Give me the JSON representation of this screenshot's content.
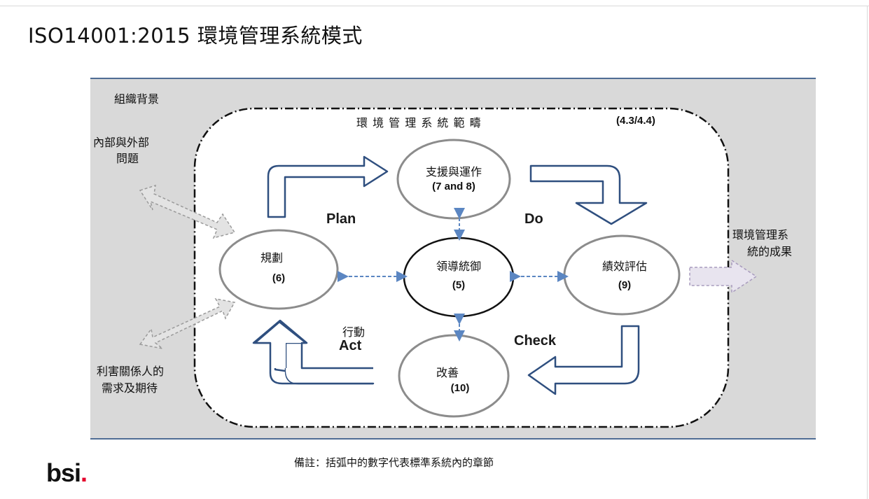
{
  "title": "ISO14001:2015 環境管理系統模式",
  "context_label": "組織背景",
  "scope_label": "環 境 管 理 系 統 範 疇",
  "scope_ref": "(4.3/4.4)",
  "issues_label_1": "內部與外部",
  "issues_label_2": "問題",
  "parties_label_1": "利害關係人的",
  "parties_label_2": "需求及期待",
  "outcome_label_1": "環境管理系",
  "outcome_label_2": "統的成果",
  "nodes": {
    "support": {
      "label": "支援與運作",
      "ref": "(7 and 8)"
    },
    "planning": {
      "label": "規劃",
      "ref": "(6)"
    },
    "leadership": {
      "label": "領導統御",
      "ref": "(5)"
    },
    "evaluation": {
      "label": "績效評估",
      "ref": "(9)"
    },
    "improvement": {
      "label": "改善",
      "ref": "(10)"
    }
  },
  "phases": {
    "plan": "Plan",
    "do": "Do",
    "check": "Check",
    "act_cn": "行動",
    "act": "Act"
  },
  "note": "備註：括弧中的數字代表標準系統內的章節",
  "logo": {
    "text": "bsi",
    "dot": "."
  },
  "colors": {
    "band": "#4f6d94",
    "panel": "#d9d9d9",
    "arrow": "#2f4f7f",
    "dashed": "#5b86c2",
    "logo_dot": "#e4002b"
  }
}
